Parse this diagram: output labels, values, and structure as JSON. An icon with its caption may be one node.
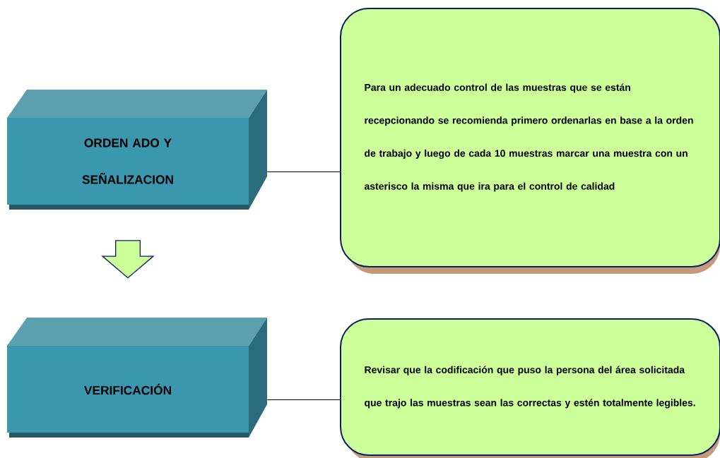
{
  "diagram": {
    "nodes": [
      {
        "text": [
          "ORDEN ADO Y SEÑALIZACION"
        ]
      },
      {
        "text": [
          "Para un adecuado control de las muestras que se están recepcionando se recomienda primero ordenarlas en base a la orden de trabajo y luego de cada 10 muestras marcar una muestra con un asterisco la misma que ira para el control de calidad"
        ]
      },
      {
        "text": [
          "VERIFICACIÓN"
        ]
      },
      {
        "text": [
          "Revisar que la codificación que puso la persona del área solicitada que trajo las muestras sean las correctas y estén totalmente legibles."
        ]
      }
    ],
    "edges": [
      {
        "from": 0,
        "to": 1,
        "arrow": "none"
      },
      {
        "from": 0,
        "to": 2,
        "arrow": "to"
      },
      {
        "from": 2,
        "to": 3,
        "arrow": "none"
      }
    ]
  }
}
